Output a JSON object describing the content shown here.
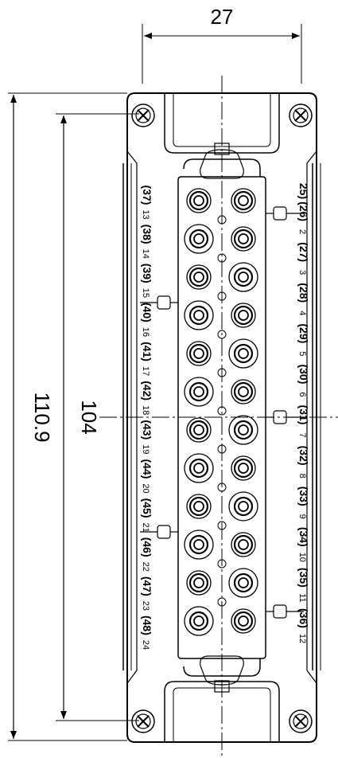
{
  "dimensions": {
    "width_label": "27",
    "length_outer_label": "110.9",
    "length_inner_label": "104"
  },
  "pin_labels": {
    "right_column": [
      "25)",
      "(26)",
      "2",
      "(27)",
      "3",
      "(28)",
      "4",
      "(29)",
      "5",
      "(30)",
      "6",
      "(31)",
      "7",
      "(32)",
      "8",
      "(33)",
      "9",
      "(34)",
      "10",
      "(35)",
      "11",
      "(36)",
      "12"
    ],
    "left_column": [
      "(37)",
      "13",
      "(38)",
      "14",
      "(39)",
      "15",
      "(40)",
      "16",
      "(41)",
      "17",
      "(42)",
      "18",
      "(43)",
      "19",
      "(44)",
      "20",
      "(45)",
      "21",
      "(46)",
      "22",
      "(47)",
      "23",
      "(48)",
      "24"
    ]
  },
  "contacts": {
    "rows": 12,
    "columns": 2
  }
}
